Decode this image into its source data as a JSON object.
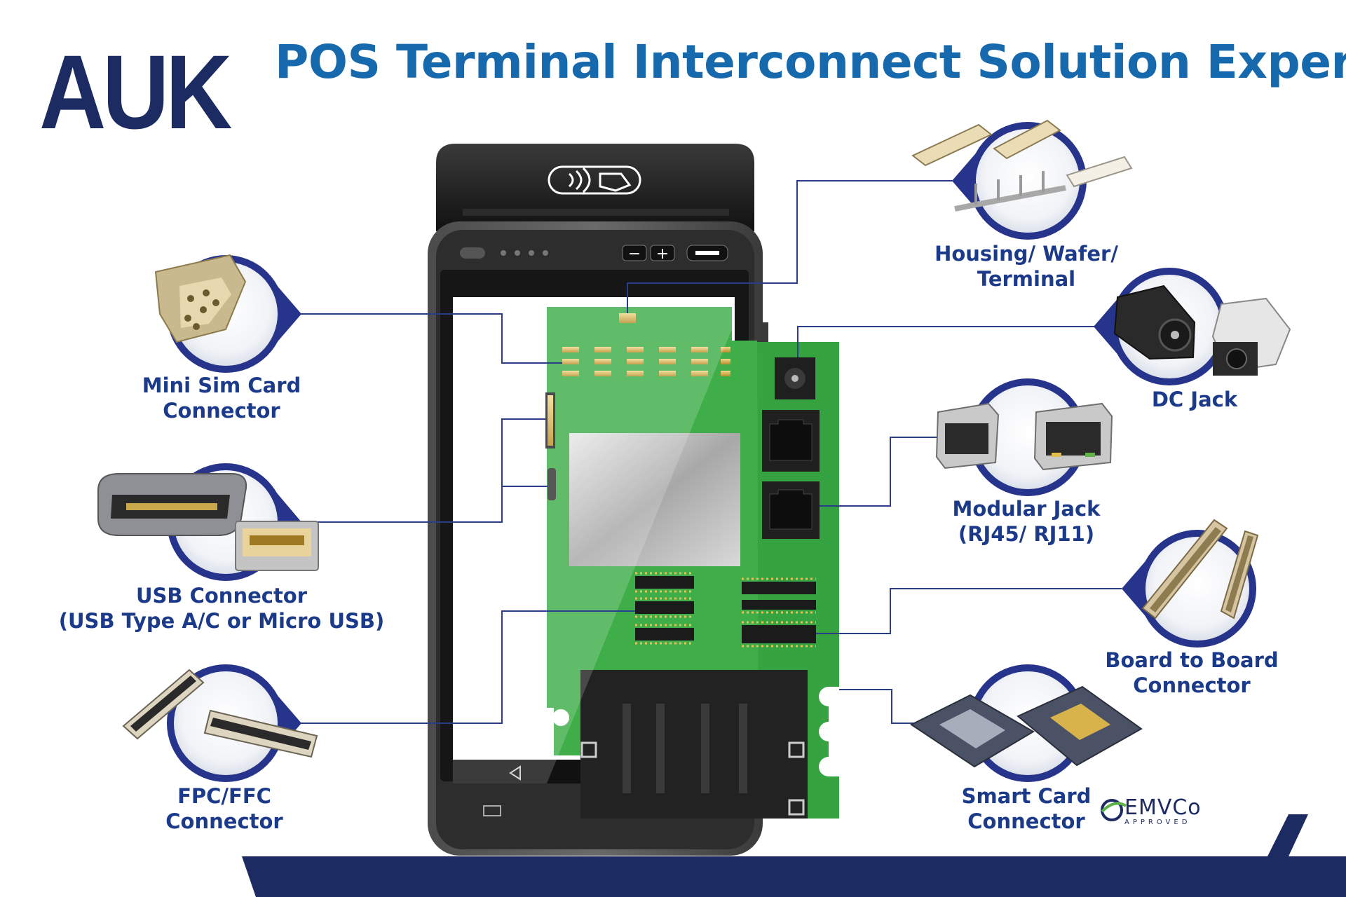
{
  "header": {
    "logo": "AUK",
    "title": "POS Terminal Interconnect Solution Expert"
  },
  "colors": {
    "brand_navy": "#1c2c63",
    "title_blue": "#1769ae",
    "label_blue": "#1c3a8a",
    "pcb_green": "#3fae49",
    "callout_ring": "#27348b"
  },
  "callouts": [
    {
      "id": "mini-sim",
      "icon": "sim-card-connector-icon",
      "line1": "Mini Sim Card",
      "line2": "Connector"
    },
    {
      "id": "usb",
      "icon": "usb-connector-icon",
      "line1": "USB Connector",
      "line2": "(USB Type A/C or Micro USB)"
    },
    {
      "id": "fpc-ffc",
      "icon": "fpc-connector-icon",
      "line1": "FPC/FFC",
      "line2": "Connector"
    },
    {
      "id": "housing",
      "icon": "wafer-terminal-icon",
      "line1": "Housing/ Wafer/",
      "line2": "Terminal"
    },
    {
      "id": "dc-jack",
      "icon": "dc-jack-icon",
      "line1": "DC Jack",
      "line2": ""
    },
    {
      "id": "modular-jack",
      "icon": "rj45-jack-icon",
      "line1": "Modular Jack",
      "line2": "(RJ45/ RJ11)"
    },
    {
      "id": "board-to-board",
      "icon": "board-to-board-icon",
      "line1": "Board to Board",
      "line2": "Connector"
    },
    {
      "id": "smart-card",
      "icon": "smart-card-connector-icon",
      "line1": "Smart Card",
      "line2": "Connector"
    }
  ],
  "badge": {
    "main": "EMVCo",
    "sub": "APPROVED"
  }
}
